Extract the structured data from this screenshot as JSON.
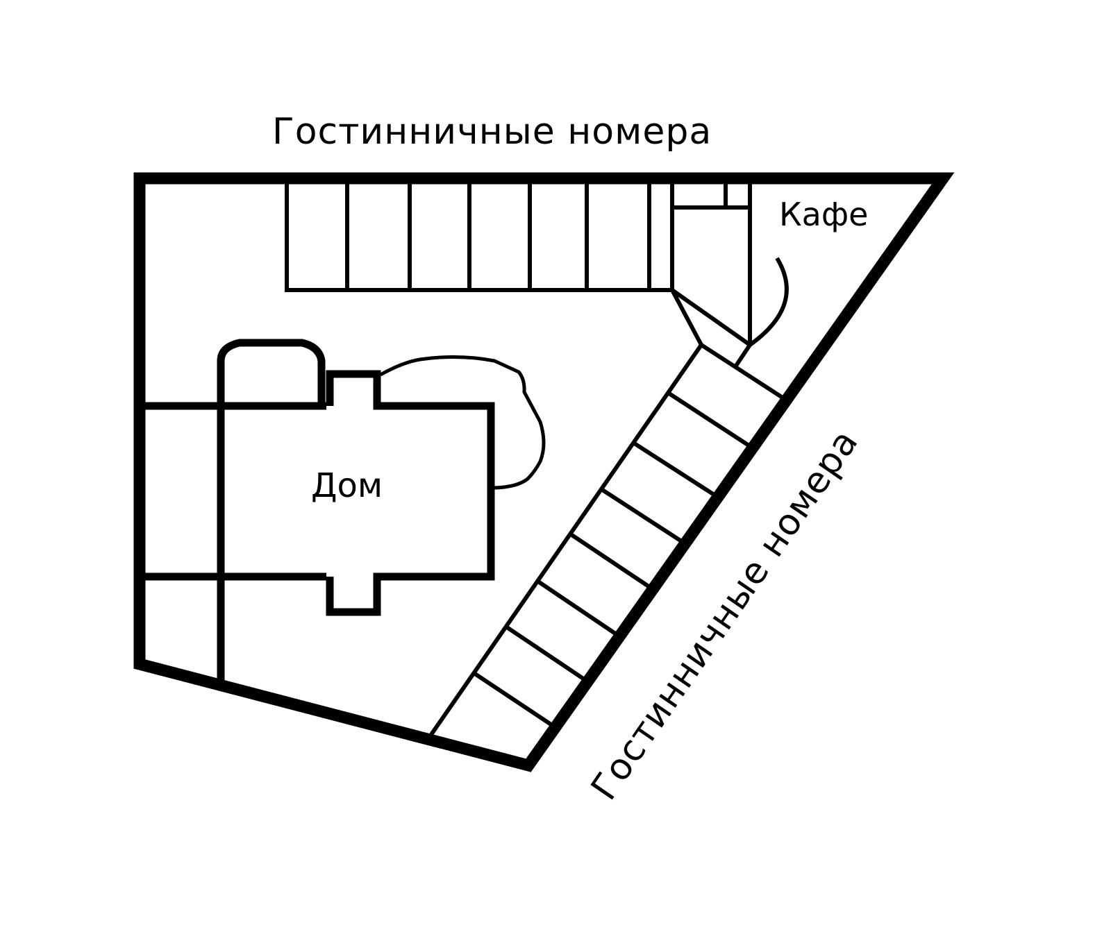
{
  "labels": {
    "top_rooms": "Гостинничные номера",
    "diagonal_rooms": "Гостинничные номера",
    "cafe": "Кафе",
    "house": "Дом"
  },
  "colors": {
    "stroke": "#000000",
    "background": "#ffffff"
  },
  "layout": {
    "top_room_count": 7,
    "diagonal_room_count": 9
  }
}
